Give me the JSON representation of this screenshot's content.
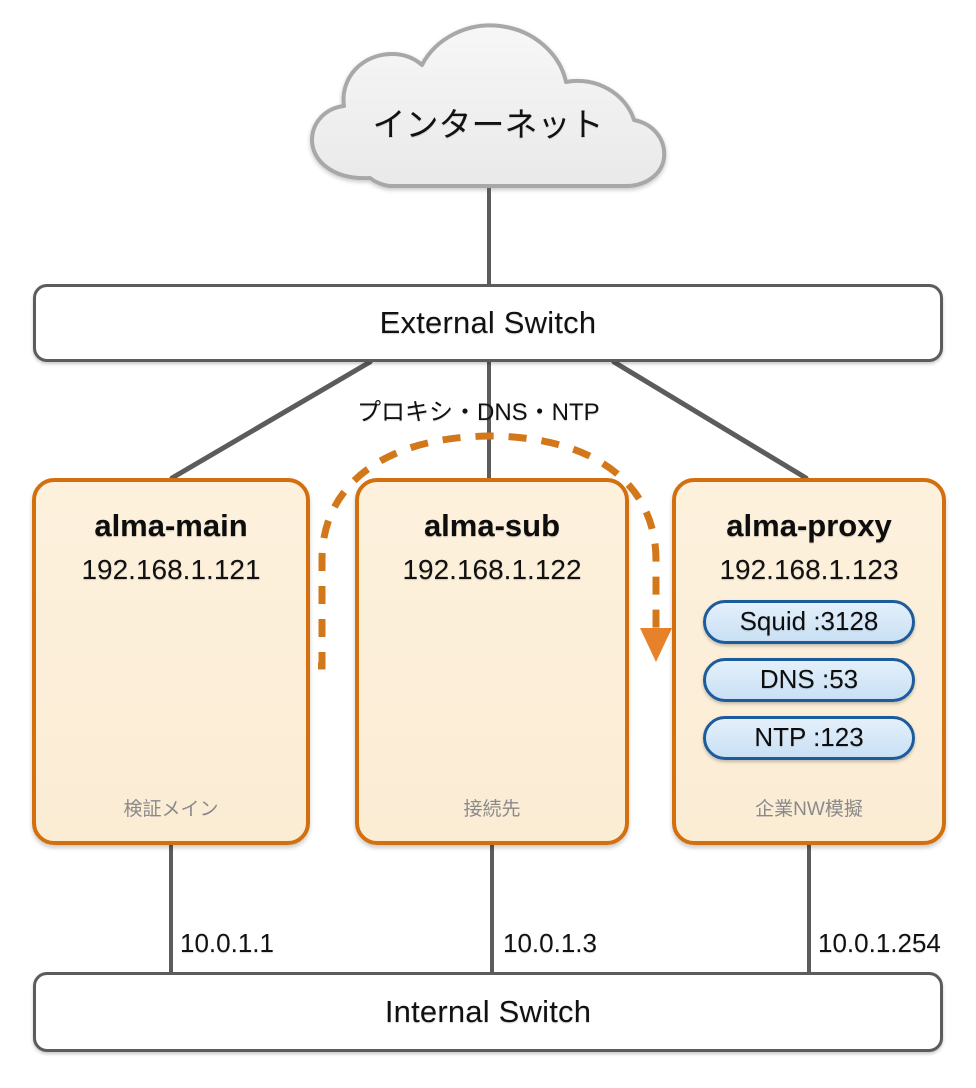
{
  "diagram": {
    "cloud": {
      "label": "インターネット"
    },
    "switches": [
      {
        "id": "external",
        "label": "External Switch"
      },
      {
        "id": "internal",
        "label": "Internal Switch"
      }
    ],
    "uplink_label": "プロキシ・DNS・NTP",
    "hosts": [
      {
        "id": "alma-main",
        "name": "alma-main",
        "ip": "192.168.1.121",
        "caption": "検証メイン",
        "services": [],
        "internal_ip": "10.0.1.1"
      },
      {
        "id": "alma-sub",
        "name": "alma-sub",
        "ip": "192.168.1.122",
        "caption": "接続先",
        "services": [],
        "internal_ip": "10.0.1.3"
      },
      {
        "id": "alma-proxy",
        "name": "alma-proxy",
        "ip": "192.168.1.123",
        "caption": "企業NW模擬",
        "services": [
          "Squid :3128",
          "DNS :53",
          "NTP :123"
        ],
        "internal_ip": "10.0.1.254"
      }
    ],
    "colors": {
      "host_border": "#d2700f",
      "host_fill": "#fdf1dd",
      "switch_border": "#5c5c5c",
      "service_border": "#1c5b9c",
      "service_fill": "#dceaf8",
      "flow_arrow": "#d2781a",
      "cloud_border": "#a8a8a8",
      "cloud_fill": "#f0f0f0",
      "link_line": "#5c5c5c",
      "caption_text": "#8a8a8a"
    }
  }
}
